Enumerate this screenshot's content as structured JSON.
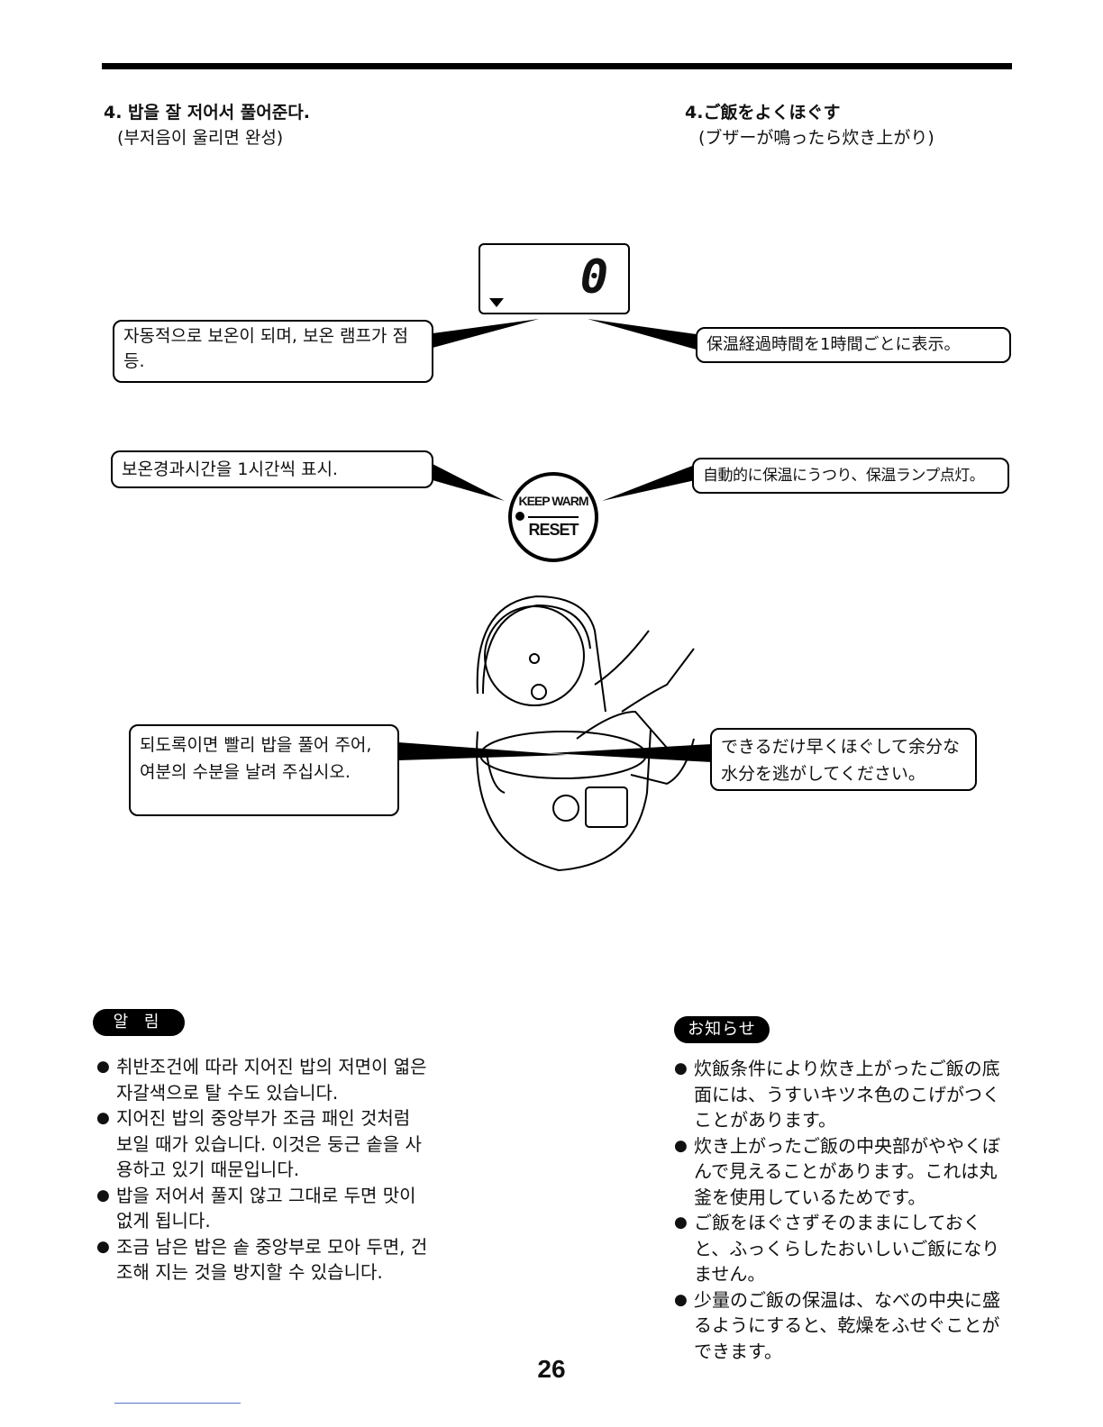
{
  "header": {
    "ko_title": "4. 밥을 잘 저어서 풀어준다.",
    "ko_subtitle": "(부저음이 울리면 완성)",
    "ja_title": "4.ご飯をよくほぐす",
    "ja_subtitle": "(ブザーが鳴ったら炊き上がり)"
  },
  "display": {
    "value": "0"
  },
  "button": {
    "top_label": "KEEP WARM",
    "bottom_label": "RESET"
  },
  "callouts": {
    "ko_auto_warm": "자동적으로 보온이 되며, 보온 램프가 점등.",
    "ja_elapsed_time": "保温経過時間を1時間ごとに表示。",
    "ko_elapsed_time": "보온경과시간을 1시간씩 표시.",
    "ja_auto_warm": "自動的に保温にうつり、保温ランプ点灯。",
    "ko_stir": "되도록이면 빨리 밥을 풀어 주어, 여분의 수분을 날려 주십시오.",
    "ja_stir": "できるだけ早くほぐして余分な水分を逃がしてください。"
  },
  "notes_ko": {
    "badge": "알 림",
    "items": [
      "취반조건에 따라 지어진 밥의 저면이 엷은 자갈색으로 탈 수도 있습니다.",
      "지어진 밥의 중앙부가 조금 패인 것처럼 보일 때가 있습니다. 이것은 둥근 솥을 사용하고 있기 때문입니다.",
      "밥을 저어서 풀지 않고 그대로 두면 맛이 없게 됩니다.",
      "조금 남은 밥은 솥 중앙부로 모아 두면, 건조해 지는 것을 방지할 수 있습니다."
    ]
  },
  "notes_ja": {
    "badge": "お知らせ",
    "items": [
      "炊飯条件により炊き上がったご飯の底面には、うすいキツネ色のこげがつくことがあります。",
      "炊き上がったご飯の中央部がややくぼんで見えることがあります。これは丸釜を使用しているためです。",
      "ご飯をほぐさずそのままにしておくと、ふっくらしたおいしいご飯になりません。",
      "少量のご飯の保温は、なべの中央に盛るようにすると、乾燥をふせぐことができます。"
    ]
  },
  "footer": {
    "page_number": "26"
  }
}
